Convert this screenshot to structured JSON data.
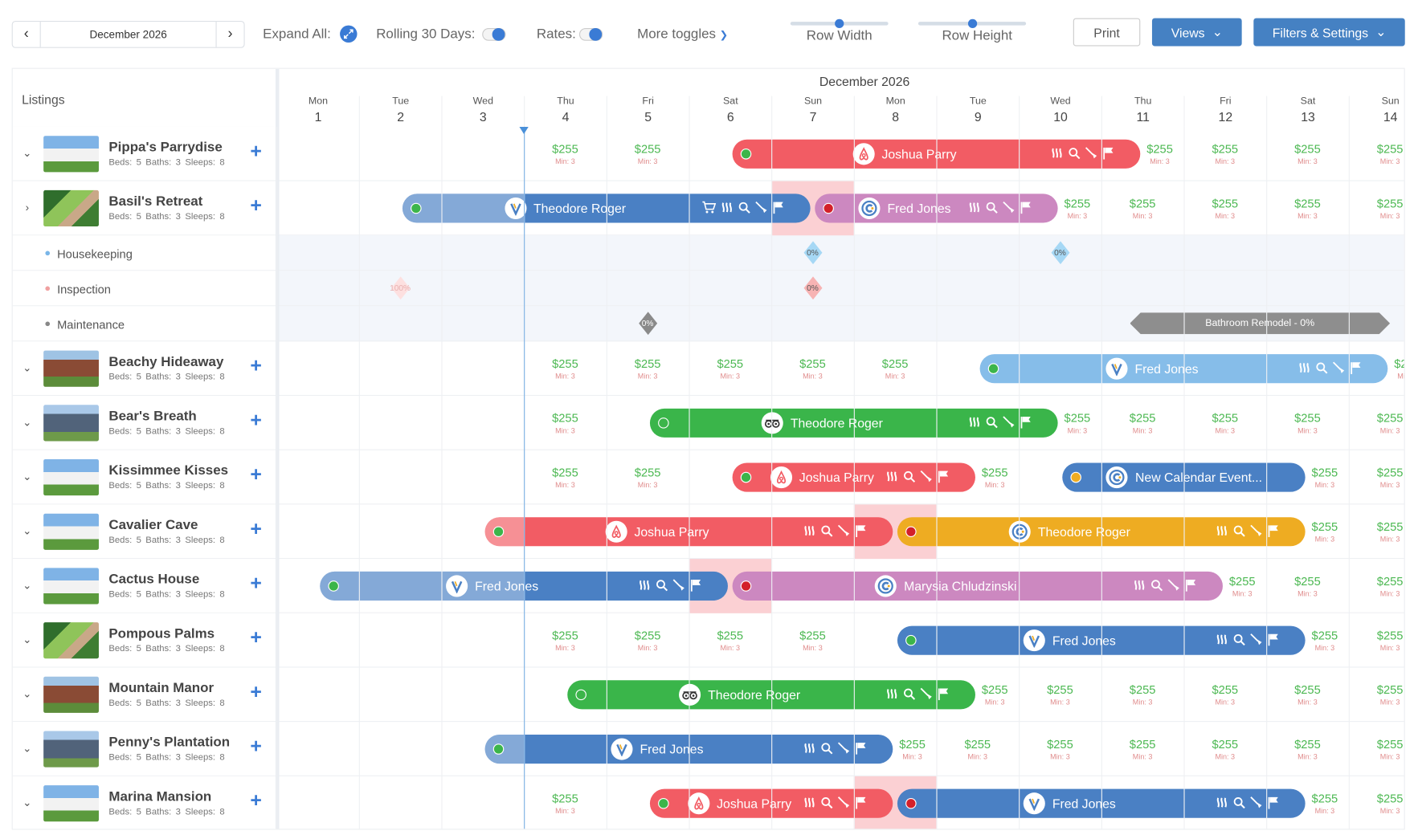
{
  "toolbar": {
    "month": "December 2026",
    "expand_all_label": "Expand All:",
    "rolling_label": "Rolling 30 Days:",
    "rolling_on": true,
    "rates_label": "Rates:",
    "rates_on": true,
    "more_toggles": "More toggles",
    "row_width_label": "Row Width",
    "row_width_value": 0.5,
    "row_height_label": "Row Height",
    "row_height_value": 0.5,
    "print": "Print",
    "views": "Views",
    "filters": "Filters & Settings"
  },
  "calendar": {
    "month_title": "December 2026",
    "listings_header": "Listings",
    "today": 4,
    "days": [
      {
        "dow": "Mon",
        "num": "1"
      },
      {
        "dow": "Tue",
        "num": "2"
      },
      {
        "dow": "Wed",
        "num": "3"
      },
      {
        "dow": "Thu",
        "num": "4"
      },
      {
        "dow": "Fri",
        "num": "5"
      },
      {
        "dow": "Sat",
        "num": "6"
      },
      {
        "dow": "Sun",
        "num": "7"
      },
      {
        "dow": "Mon",
        "num": "8"
      },
      {
        "dow": "Tue",
        "num": "9"
      },
      {
        "dow": "Wed",
        "num": "10"
      },
      {
        "dow": "Thu",
        "num": "11"
      },
      {
        "dow": "Fri",
        "num": "12"
      },
      {
        "dow": "Sat",
        "num": "13"
      },
      {
        "dow": "Sun",
        "num": "14"
      }
    ],
    "rate": {
      "price": "$255",
      "min": "Min: 3"
    }
  },
  "colors": {
    "airbnb_red": "#f25c64",
    "vrbo_blue": "#4a80c4",
    "light_blue": "#86bde9",
    "tripadvisor_green": "#3ab54a",
    "calendar_pink": "#cc88c0",
    "calendar_orange": "#eeac22",
    "status_green": "#3cb54a",
    "status_red": "#d3202a",
    "status_orange": "#eeac22",
    "accent": "#3a7bd5"
  },
  "listings": [
    {
      "name": "Pippa's Parrydise",
      "beds": "Beds: 5",
      "baths": "Baths: 3",
      "sleeps": "Sleeps: 8",
      "expanded": true,
      "photo": "white",
      "bookings": [
        {
          "guest": "Joshua Parry",
          "channel": "airbnb",
          "status": "green",
          "color": "#f25c64",
          "checkin": 6,
          "checkout": 11,
          "icons": [
            "heat",
            "search",
            "broom",
            "flag"
          ]
        }
      ]
    },
    {
      "name": "Basil's Retreat",
      "beds": "Beds: 5",
      "baths": "Baths: 3",
      "sleeps": "Sleeps: 8",
      "expanded": false,
      "photo": "tropical",
      "bookings": [
        {
          "guest": "Theodore Roger",
          "channel": "vrbo",
          "status": "green",
          "color": "#4a80c4",
          "checkin": 2,
          "checkout": 7,
          "icons": [
            "cart",
            "heat",
            "search",
            "broom",
            "flag"
          ]
        },
        {
          "guest": "Fred Jones",
          "channel": "calendar",
          "status": "red",
          "color": "#cc88c0",
          "checkin": 7,
          "checkout": 10,
          "icons": [
            "heat",
            "search",
            "broom",
            "flag"
          ]
        }
      ],
      "tasks": [
        {
          "label": "Housekeeping",
          "color": "#7ab6e8",
          "items": [
            {
              "day": 7,
              "text": "0%",
              "color": "#a6d8f5"
            },
            {
              "day": 10,
              "text": "0%",
              "color": "#a6d8f5"
            }
          ]
        },
        {
          "label": "Inspection",
          "color": "#f0a0a0",
          "items": [
            {
              "day": 2,
              "text": "100%",
              "color": "#fde0e0"
            },
            {
              "day": 7,
              "text": "0%",
              "color": "#f7b3b3"
            }
          ]
        },
        {
          "label": "Maintenance",
          "color": "#888888",
          "items": [
            {
              "day": 5,
              "text": "0%",
              "color": "#8a8a8a"
            }
          ],
          "projects": [
            {
              "text": "Bathroom Remodel - 0%",
              "start": 11,
              "end": 14
            }
          ]
        }
      ]
    },
    {
      "name": "Beachy Hideaway",
      "beds": "Beds: 5",
      "baths": "Baths: 3",
      "sleeps": "Sleeps: 8",
      "expanded": true,
      "photo": "brick",
      "bookings": [
        {
          "guest": "Fred Jones",
          "channel": "vrbo",
          "status": "green",
          "color": "#86bde9",
          "checkin": 9,
          "checkout": 14,
          "icons": [
            "heat",
            "search",
            "broom",
            "flag"
          ]
        }
      ]
    },
    {
      "name": "Bear's Breath",
      "beds": "Beds: 5",
      "baths": "Baths: 3",
      "sleeps": "Sleeps: 8",
      "expanded": true,
      "photo": "grey",
      "bookings": [
        {
          "guest": "Theodore Roger",
          "channel": "tripadvisor",
          "status": "green",
          "color": "#3ab54a",
          "checkin": 5,
          "checkout": 10,
          "icons": [
            "heat",
            "search",
            "broom",
            "flag"
          ]
        }
      ]
    },
    {
      "name": "Kissimmee Kisses",
      "beds": "Beds: 5",
      "baths": "Baths: 3",
      "sleeps": "Sleeps: 8",
      "expanded": true,
      "photo": "white",
      "bookings": [
        {
          "guest": "Joshua Parry",
          "channel": "airbnb",
          "status": "green",
          "color": "#f25c64",
          "checkin": 6,
          "checkout": 9,
          "icons": [
            "heat",
            "search",
            "broom",
            "flag"
          ]
        },
        {
          "guest": "New Calendar Event...",
          "channel": "calendar",
          "status": "orange",
          "color": "#4a80c4",
          "checkin": 10,
          "checkout": 13,
          "icons": []
        }
      ]
    },
    {
      "name": "Cavalier Cave",
      "beds": "Beds: 5",
      "baths": "Baths: 3",
      "sleeps": "Sleeps: 8",
      "expanded": true,
      "photo": "white",
      "bookings": [
        {
          "guest": "Joshua Parry",
          "channel": "airbnb",
          "status": "green",
          "color": "#f25c64",
          "checkin": 3,
          "checkout": 8,
          "icons": [
            "heat",
            "search",
            "broom",
            "flag"
          ]
        },
        {
          "guest": "Theodore Roger",
          "channel": "calendar",
          "status": "red",
          "color": "#eeac22",
          "checkin": 8,
          "checkout": 13,
          "icons": [
            "heat",
            "search",
            "broom",
            "flag"
          ]
        }
      ]
    },
    {
      "name": "Cactus House",
      "beds": "Beds: 5",
      "baths": "Baths: 3",
      "sleeps": "Sleeps: 8",
      "expanded": true,
      "photo": "white",
      "bookings": [
        {
          "guest": "Fred Jones",
          "channel": "vrbo",
          "status": "green",
          "color": "#4a80c4",
          "checkin": 1,
          "checkout": 6,
          "icons": [
            "heat",
            "search",
            "broom",
            "flag"
          ]
        },
        {
          "guest": "Marysia Chludzinski",
          "channel": "calendar",
          "status": "red",
          "color": "#cc88c0",
          "checkin": 6,
          "checkout": 12,
          "icons": [
            "heat",
            "search",
            "broom",
            "flag"
          ]
        }
      ]
    },
    {
      "name": "Pompous Palms",
      "beds": "Beds: 5",
      "baths": "Baths: 3",
      "sleeps": "Sleeps: 8",
      "expanded": true,
      "photo": "tropical",
      "bookings": [
        {
          "guest": "Fred Jones",
          "channel": "vrbo",
          "status": "green",
          "color": "#4a80c4",
          "checkin": 8,
          "checkout": 13,
          "icons": [
            "heat",
            "search",
            "broom",
            "flag"
          ]
        }
      ]
    },
    {
      "name": "Mountain Manor",
      "beds": "Beds: 5",
      "baths": "Baths: 3",
      "sleeps": "Sleeps: 8",
      "expanded": true,
      "photo": "brick",
      "bookings": [
        {
          "guest": "Theodore Roger",
          "channel": "tripadvisor",
          "status": "green",
          "color": "#3ab54a",
          "checkin": 4,
          "checkout": 9,
          "icons": [
            "heat",
            "search",
            "broom",
            "flag"
          ]
        }
      ]
    },
    {
      "name": "Penny's Plantation",
      "beds": "Beds: 5",
      "baths": "Baths: 3",
      "sleeps": "Sleeps: 8",
      "expanded": true,
      "photo": "grey",
      "bookings": [
        {
          "guest": "Fred Jones",
          "channel": "vrbo",
          "status": "green",
          "color": "#4a80c4",
          "checkin": 3,
          "checkout": 8,
          "icons": [
            "heat",
            "search",
            "broom",
            "flag"
          ]
        }
      ]
    },
    {
      "name": "Marina Mansion",
      "beds": "Beds: 5",
      "baths": "Baths: 3",
      "sleeps": "Sleeps: 8",
      "expanded": true,
      "photo": "white",
      "bookings": [
        {
          "guest": "Joshua Parry",
          "channel": "airbnb",
          "status": "green",
          "color": "#f25c64",
          "checkin": 5,
          "checkout": 8,
          "icons": [
            "heat",
            "search",
            "broom",
            "flag"
          ]
        },
        {
          "guest": "Fred Jones",
          "channel": "vrbo",
          "status": "red",
          "color": "#4a80c4",
          "checkin": 8,
          "checkout": 13,
          "icons": [
            "heat",
            "search",
            "broom",
            "flag"
          ]
        }
      ]
    }
  ]
}
